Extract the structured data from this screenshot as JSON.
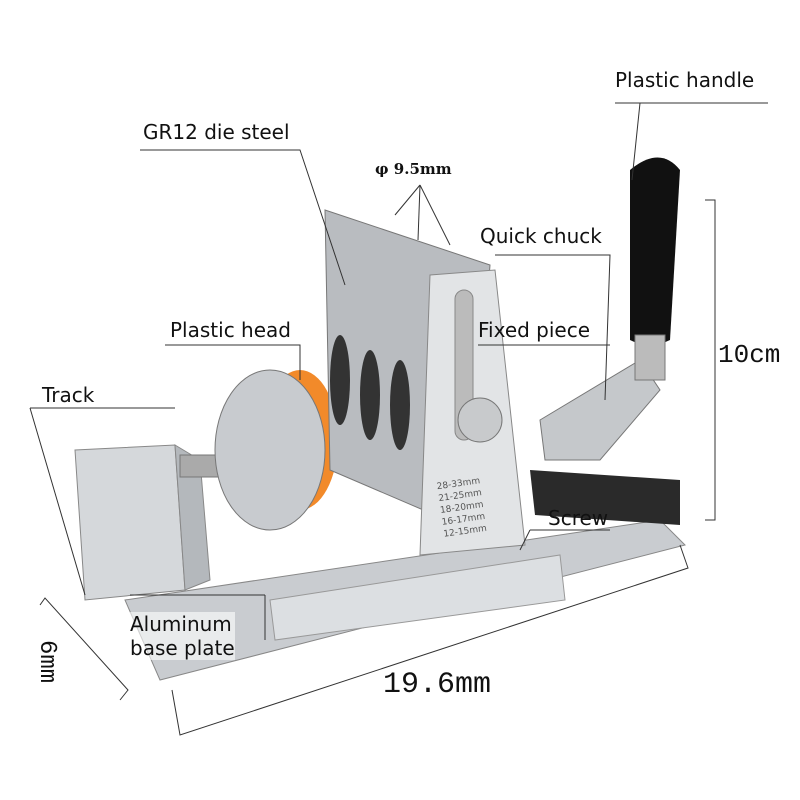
{
  "labels": {
    "plastic_handle": "Plastic handle",
    "gr12": "GR12 die steel",
    "diameter": "φ 9.5mm",
    "quick_chuck": "Quick chuck",
    "plastic_head": "Plastic head",
    "fixed_piece": "Fixed piece",
    "track": "Track",
    "screw": "Screw",
    "aluminum": "Aluminum",
    "base_plate": "base plate"
  },
  "dimensions": {
    "height": "10cm",
    "length": "19.6mm",
    "width": "6mm"
  },
  "scale_marks": [
    "28-33mm",
    "21-25mm",
    "18-20mm",
    "16-17mm",
    "12-15mm"
  ]
}
